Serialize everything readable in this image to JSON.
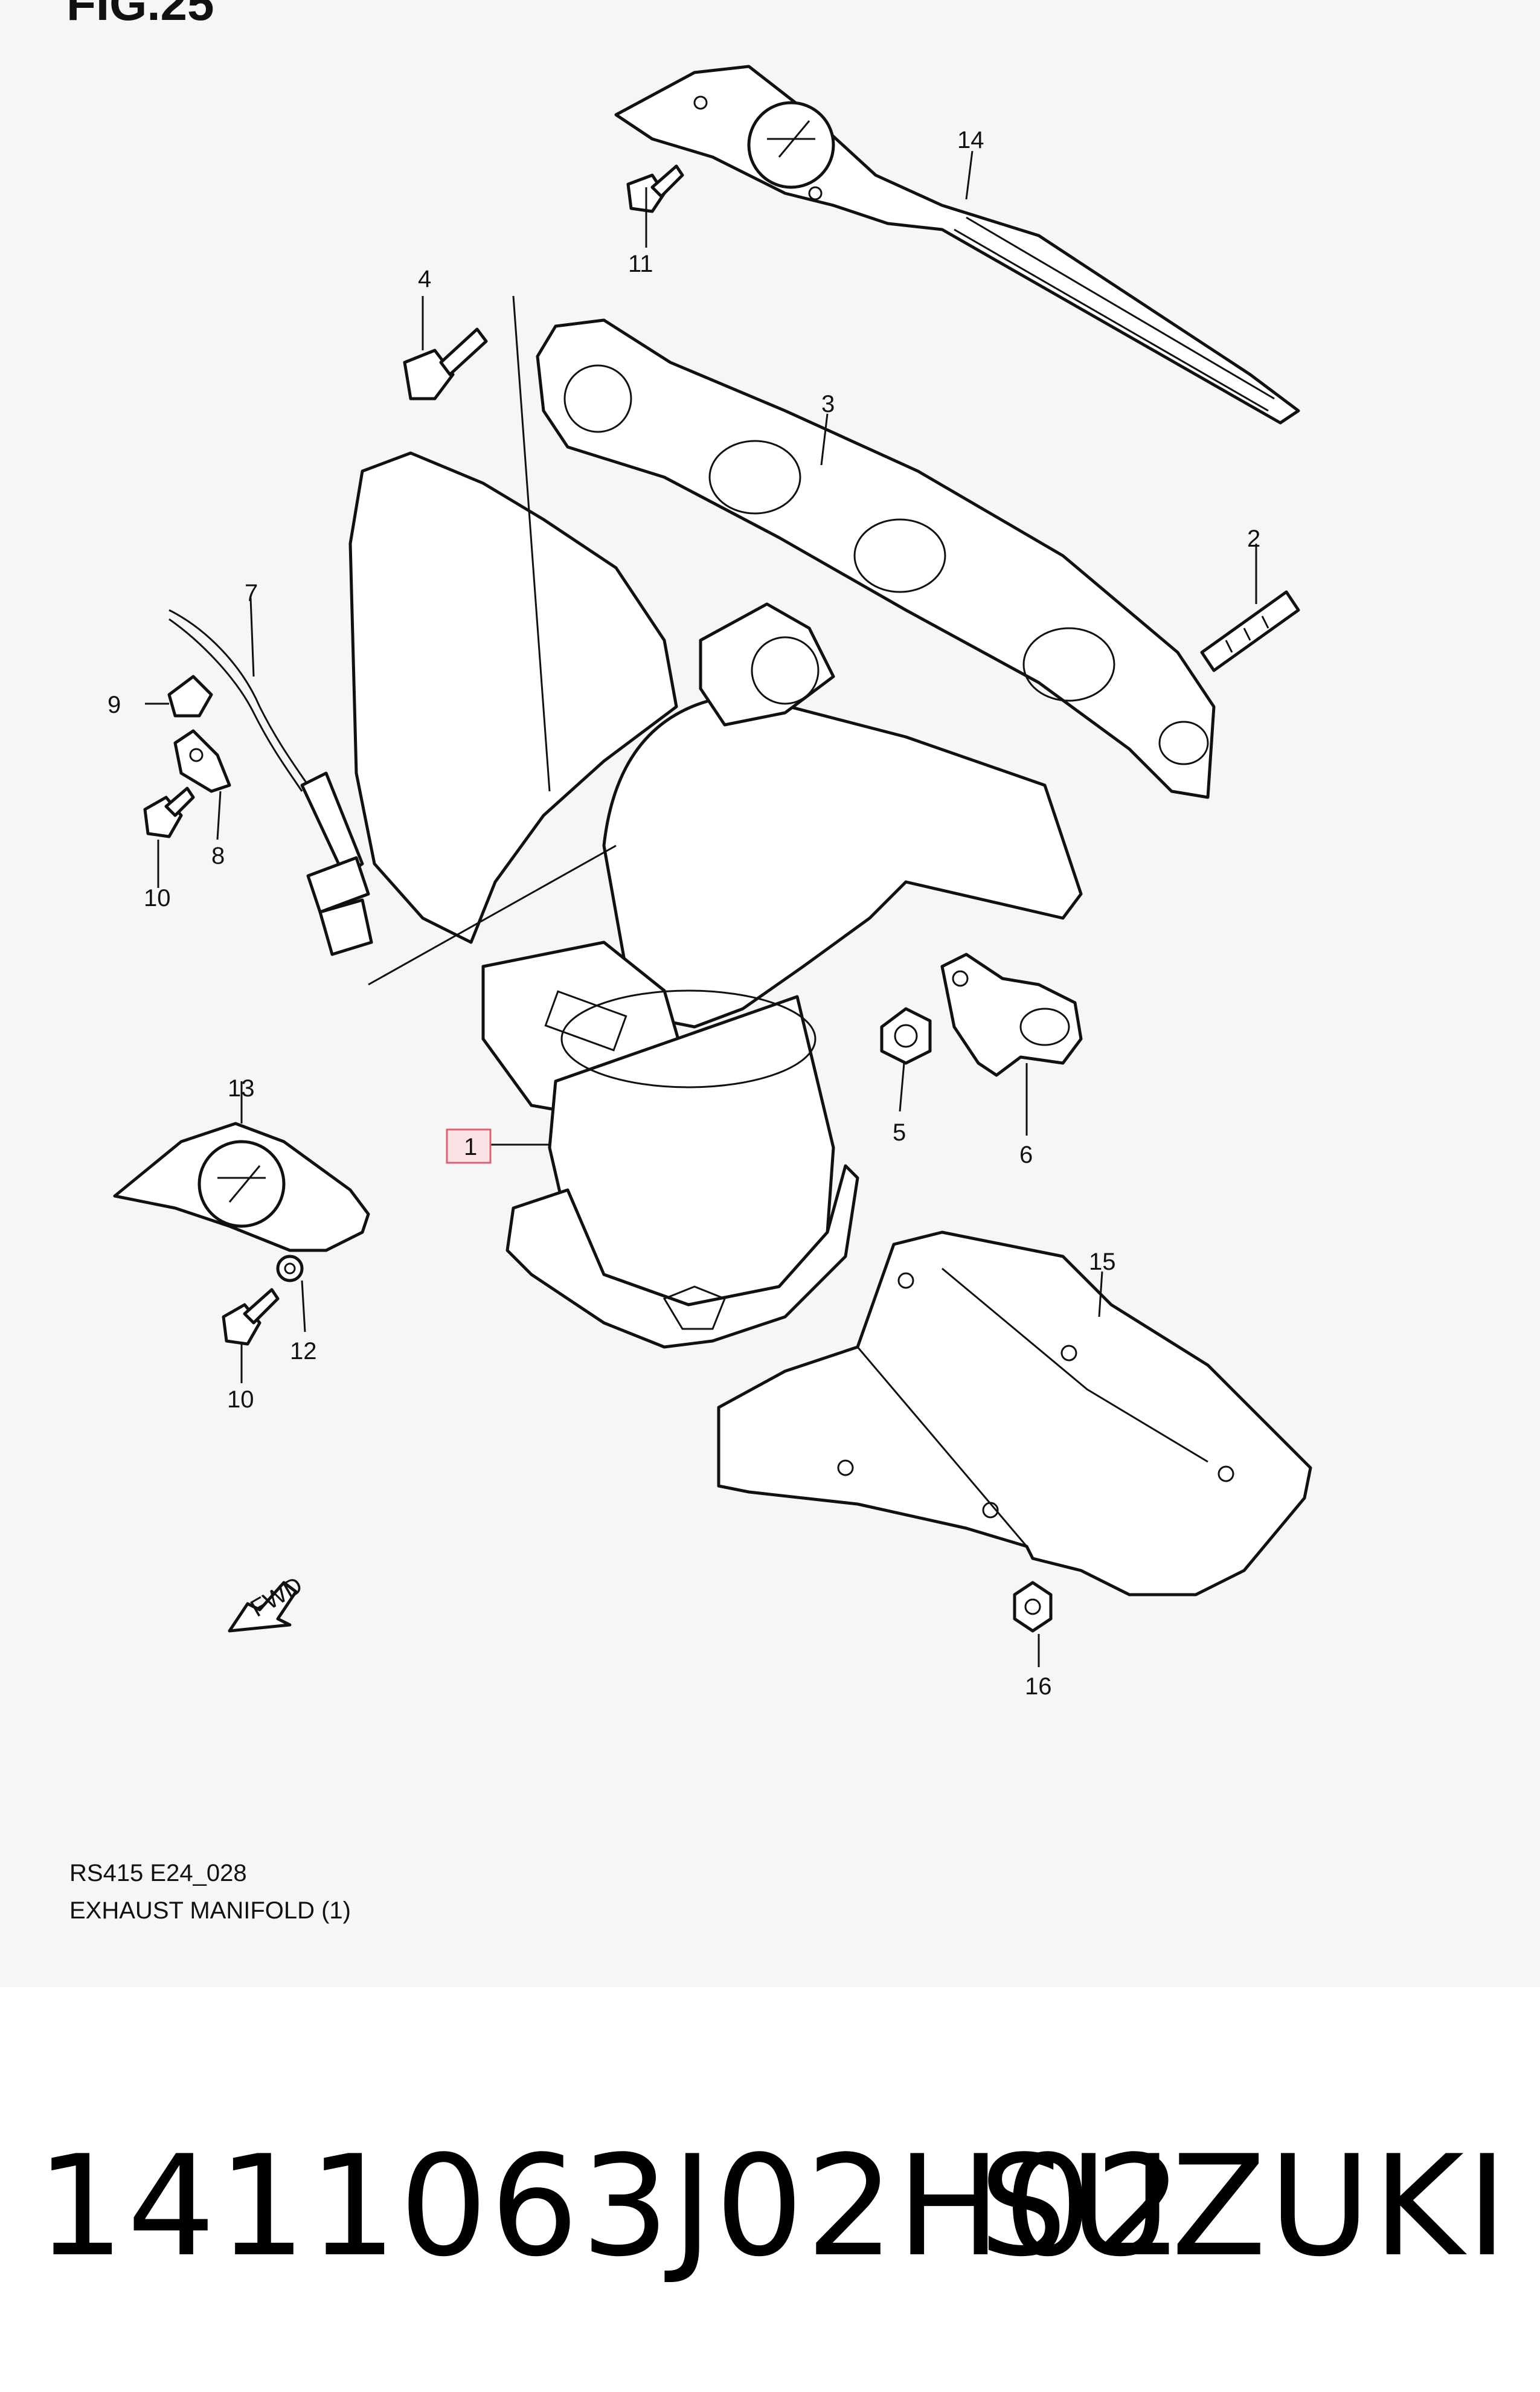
{
  "figure": {
    "title": "FIG.25",
    "code": "RS415 E24_028",
    "name": "EXHAUST MANIFOLD (1)",
    "highlight_color": "#e06070"
  },
  "callouts": {
    "c1": "1",
    "c2": "2",
    "c3": "3",
    "c4": "4",
    "c5": "5",
    "c6": "6",
    "c7": "7",
    "c8": "8",
    "c9": "9",
    "c10a": "10",
    "c10b": "10",
    "c11": "11",
    "c12": "12",
    "c13": "13",
    "c14": "14",
    "c15": "15",
    "c16": "16"
  },
  "fwd_label": "FWD",
  "footer": {
    "part_number": "1411063J02H02",
    "brand": "SUZUKI"
  }
}
